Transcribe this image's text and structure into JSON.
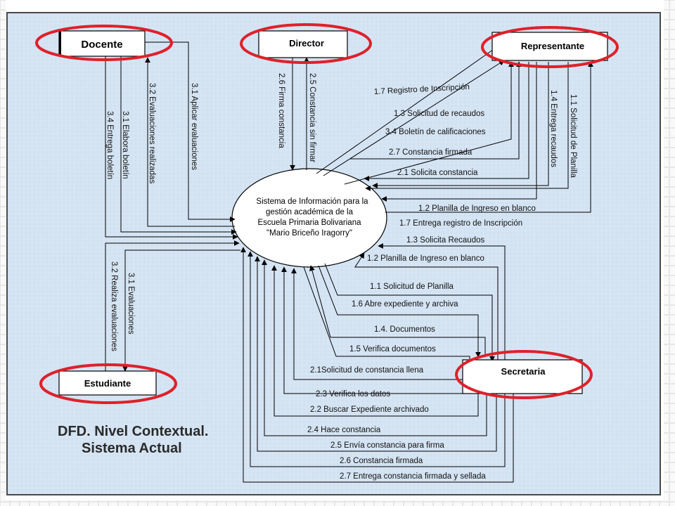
{
  "title": {
    "line1": "DFD. Nivel Contextual.",
    "line2": "Sistema Actual"
  },
  "process": {
    "lines": [
      "Sistema de Información para la",
      "gestión académica de la",
      "Escuela Primaria Bolivariana",
      "\"Mario Briceño Iragorry\""
    ]
  },
  "entities": {
    "docente": "Docente",
    "director": "Director",
    "representante": "Representante",
    "estudiante": "Estudiante",
    "secretaria": "Secretaria"
  },
  "flows": {
    "docente": {
      "f31": "3.1 Aplicar evaluaciones",
      "f32": "3.2 Evaluaciones realizadas",
      "f31b": "3.1 Elabora boletín",
      "f34": "3.4 Entrega boletín"
    },
    "director": {
      "f25": "2.5 Constancia sin firmar",
      "f26": "2.6 Firma constancia"
    },
    "representante": {
      "f17": "1.7 Registro de Inscripción",
      "f13": "1.3 Solicitud de recaudos",
      "f34": "3.4 Boletín de calificaciones",
      "f27": "2.7 Constancia firmada",
      "f21": "2.1 Solicita  constancia",
      "f14": "1.4 Entrega  recaudos",
      "f11": "1.1 Solicitud de Planilla",
      "f12": "1.2 Planilla de Ingreso en blanco",
      "f17b": "1.7 Entrega registro de Inscripción"
    },
    "estudiante": {
      "f31": "3.1 Evaluaciones",
      "f32": "3.2 Realiza evaluaciones"
    },
    "secretaria": {
      "f13": "1.3 Solicita  Recaudos",
      "f12": "1.2 Planilla de Ingreso en blanco",
      "f11": "1.1 Solicitud de Planilla",
      "f16": "1.6 Abre expediente y archiva",
      "f14": "1.4. Documentos",
      "f15": "1.5 Verifica documentos",
      "f21": "2.1Solicitud de constancia llena",
      "f23": "2.3 Verifica los datos",
      "f22": "2.2 Buscar Expediente archivado",
      "f24": "2.4 Hace constancia",
      "f25": "2.5 Envía constancia para firma",
      "f26": "2.6 Constancia firmada",
      "f27": "2.7 Entrega constancia firmada y sellada"
    }
  },
  "colors": {
    "panel": "#d5e4f3",
    "highlight": "#e0202a",
    "border": "#4a4a4a"
  }
}
